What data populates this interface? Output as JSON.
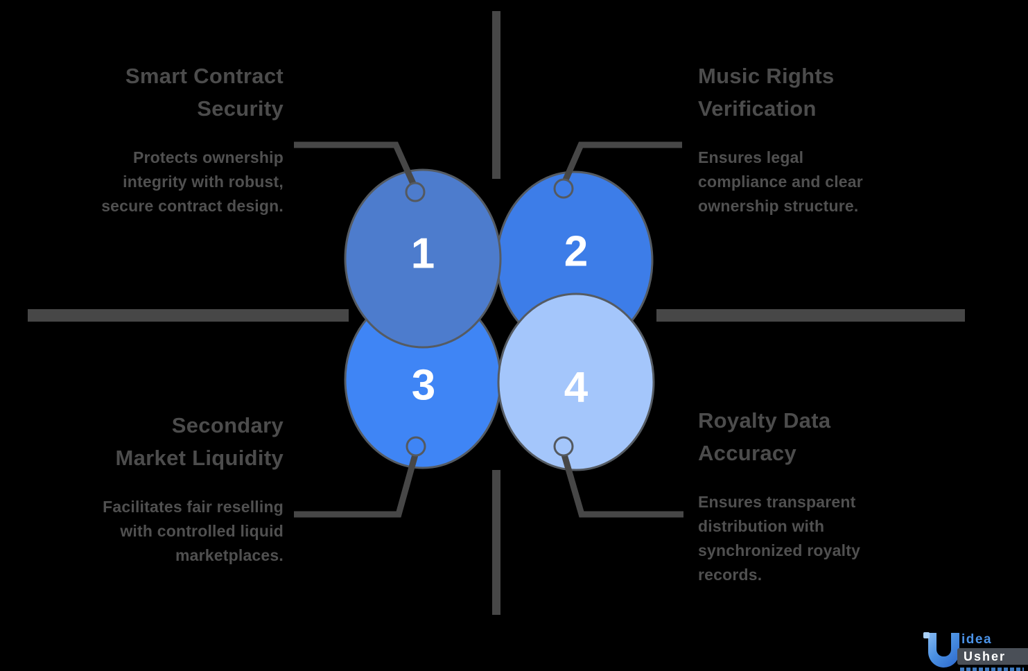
{
  "background_color": "#000000",
  "line_color": "#474747",
  "quadrants": {
    "top_left": {
      "title_lines": [
        "Smart Contract",
        "Security"
      ],
      "desc_lines": [
        "Protects ownership",
        "integrity with robust,",
        "secure contract design."
      ]
    },
    "top_right": {
      "title_lines": [
        "Music Rights",
        "Verification"
      ],
      "desc_lines": [
        "Ensures legal",
        "compliance and clear",
        "ownership structure."
      ]
    },
    "bottom_left": {
      "title_lines": [
        "Secondary",
        "Market Liquidity"
      ],
      "desc_lines": [
        "Facilitates fair reselling",
        "with controlled liquid",
        "marketplaces."
      ]
    },
    "bottom_right": {
      "title_lines": [
        "Royalty Data",
        "Accuracy"
      ],
      "desc_lines": [
        "Ensures transparent",
        "distribution with",
        "synchronized royalty",
        "records."
      ]
    }
  },
  "circles": [
    {
      "number": "1",
      "fill": "#4d7ccd"
    },
    {
      "number": "2",
      "fill": "#3d7de8"
    },
    {
      "number": "3",
      "fill": "#3f85f5"
    },
    {
      "number": "4",
      "fill": "#a4c6fb"
    }
  ],
  "logo": {
    "word_top": "idea",
    "word_bottom": "Usher"
  }
}
